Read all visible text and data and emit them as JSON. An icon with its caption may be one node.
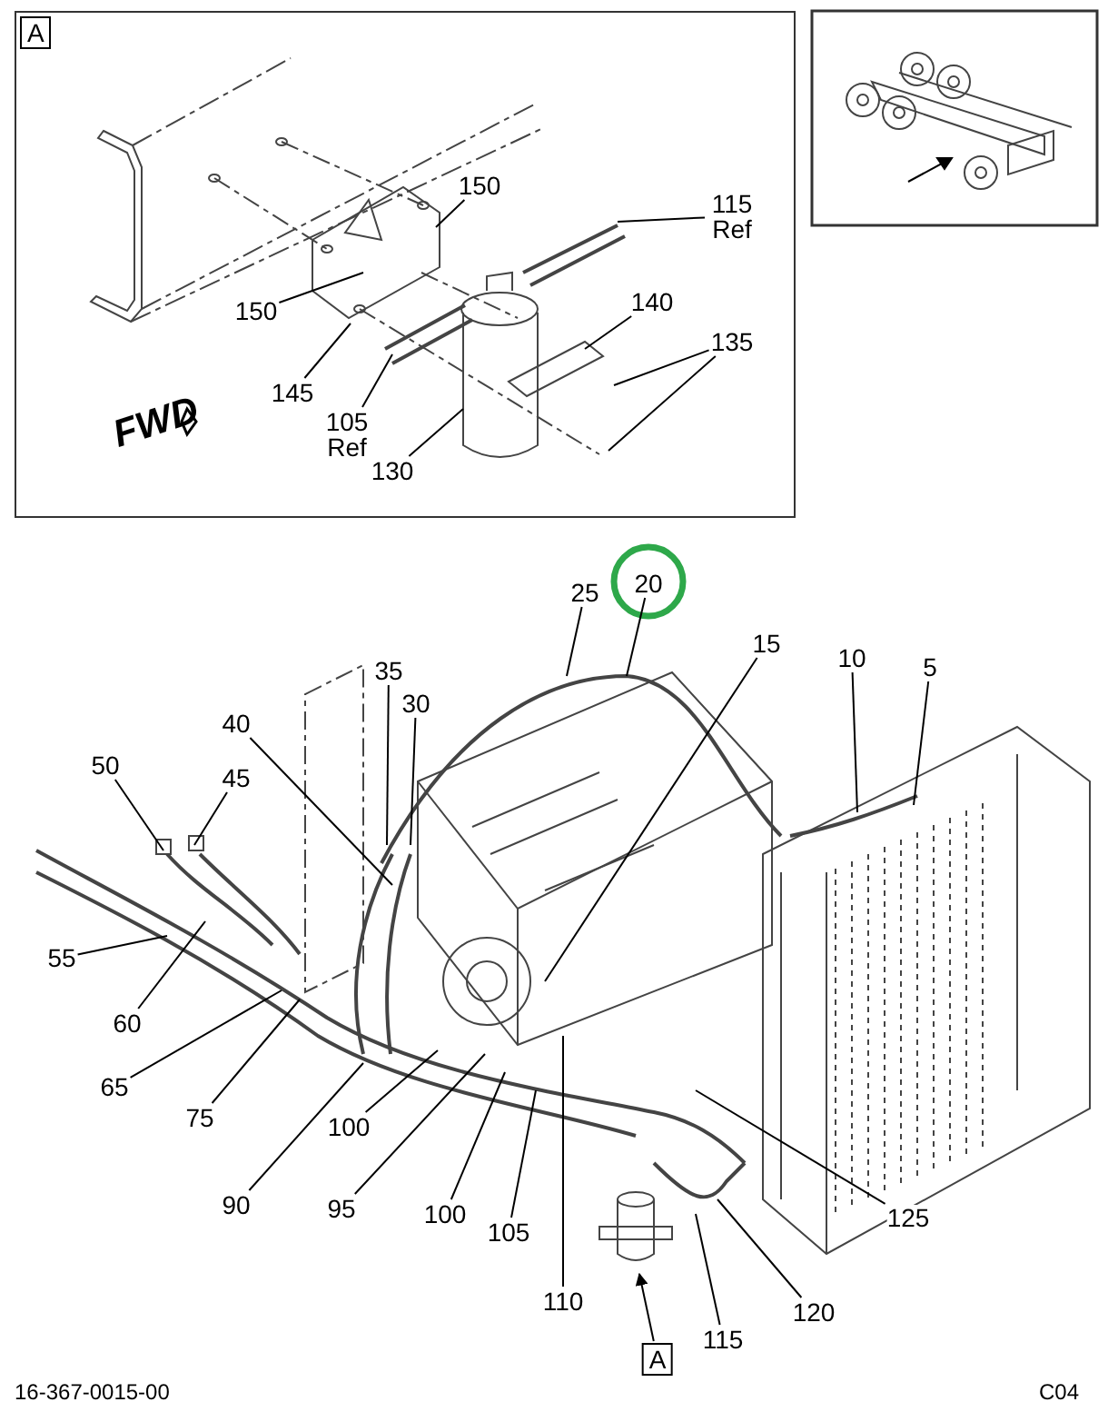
{
  "diagram": {
    "nodes": [
      {
        "text": [],
        "shape": "box"
      },
      {
        "text": [
          "A"
        ],
        "in": 0
      },
      {
        "text": [
          "150"
        ],
        "in": 0
      },
      {
        "text": [
          "115 Ref"
        ],
        "in": 0
      },
      {
        "text": [
          "150"
        ],
        "in": 0
      },
      {
        "text": [
          "140"
        ],
        "in": 0
      },
      {
        "text": [
          "135"
        ],
        "in": 0
      },
      {
        "text": [
          "145"
        ],
        "in": 0
      },
      {
        "text": [
          "105 Ref"
        ],
        "in": 0
      },
      {
        "text": [
          "130"
        ],
        "in": 0
      },
      {
        "text": [
          "20"
        ]
      },
      {
        "text": [
          "25"
        ]
      },
      {
        "text": [
          "15"
        ]
      },
      {
        "text": [
          "35"
        ]
      },
      {
        "text": [
          "10"
        ]
      },
      {
        "text": [
          "5"
        ]
      },
      {
        "text": [
          "30"
        ]
      },
      {
        "text": [
          "40"
        ]
      },
      {
        "text": [
          "50"
        ]
      },
      {
        "text": [
          "45"
        ]
      },
      {
        "text": [
          "55"
        ]
      },
      {
        "text": [
          "60"
        ]
      },
      {
        "text": [
          "65"
        ]
      },
      {
        "text": [
          "75"
        ]
      },
      {
        "text": [
          "100"
        ]
      },
      {
        "text": [
          "90"
        ]
      },
      {
        "text": [
          "125"
        ]
      },
      {
        "text": [
          "95"
        ]
      },
      {
        "text": [
          "100"
        ]
      },
      {
        "text": [
          "105"
        ]
      },
      {
        "text": [
          "110"
        ]
      },
      {
        "text": [
          "120"
        ]
      },
      {
        "text": [
          "115"
        ]
      },
      {
        "text": [
          "A"
        ]
      }
    ],
    "edges": [
      {
        "from": 2,
        "to": null,
        "arrow": "none"
      },
      {
        "from": 3,
        "to": null,
        "arrow": "none"
      },
      {
        "from": 4,
        "to": null,
        "arrow": "none"
      },
      {
        "from": 5,
        "to": null,
        "arrow": "none"
      },
      {
        "from": 6,
        "to": null,
        "arrow": "none"
      },
      {
        "from": 6,
        "to": null,
        "arrow": "none"
      },
      {
        "from": 7,
        "to": null,
        "arrow": "none"
      },
      {
        "from": 8,
        "to": null,
        "arrow": "none"
      },
      {
        "from": 9,
        "to": null,
        "arrow": "none"
      },
      {
        "from": 10,
        "to": null,
        "arrow": "none"
      },
      {
        "from": 11,
        "to": null,
        "arrow": "none"
      },
      {
        "from": 12,
        "to": null,
        "arrow": "none"
      },
      {
        "from": 13,
        "to": null,
        "arrow": "none"
      },
      {
        "from": 14,
        "to": null,
        "arrow": "none"
      },
      {
        "from": 15,
        "to": null,
        "arrow": "none"
      },
      {
        "from": 16,
        "to": null,
        "arrow": "none"
      },
      {
        "from": 17,
        "to": null,
        "arrow": "none"
      },
      {
        "from": 18,
        "to": null,
        "arrow": "none"
      },
      {
        "from": 19,
        "to": null,
        "arrow": "none"
      },
      {
        "from": 20,
        "to": null,
        "arrow": "none"
      },
      {
        "from": 21,
        "to": null,
        "arrow": "none"
      },
      {
        "from": 22,
        "to": null,
        "arrow": "none"
      },
      {
        "from": 23,
        "to": null,
        "arrow": "none"
      },
      {
        "from": 24,
        "to": null,
        "arrow": "none"
      },
      {
        "from": 25,
        "to": null,
        "arrow": "none"
      },
      {
        "from": 26,
        "to": null,
        "arrow": "none"
      },
      {
        "from": 27,
        "to": null,
        "arrow": "none"
      },
      {
        "from": 28,
        "to": null,
        "arrow": "none"
      },
      {
        "from": 29,
        "to": null,
        "arrow": "none"
      },
      {
        "from": 30,
        "to": null,
        "arrow": "none"
      },
      {
        "from": 31,
        "to": null,
        "arrow": "none"
      },
      {
        "from": 32,
        "to": null,
        "arrow": "none"
      },
      {
        "from": 33,
        "to": null,
        "arrow": "to"
      }
    ],
    "labels": [
      "FWD",
      "16-367-0015-00",
      "C04"
    ]
  }
}
